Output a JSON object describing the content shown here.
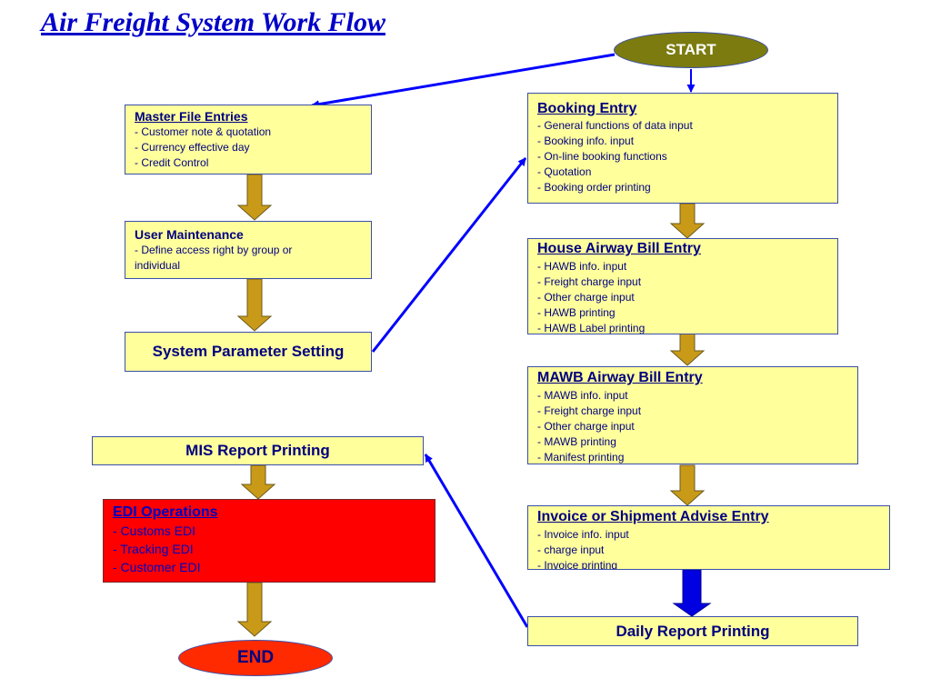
{
  "title": "Air Freight System Work Flow",
  "start": "START",
  "end": "END",
  "master": {
    "title": "Master File Entries",
    "items": [
      "- Customer note & quotation",
      "- Currency effective day",
      "- Credit Control"
    ]
  },
  "user": {
    "title": "User Maintenance",
    "items": [
      "- Define access right by group or",
      "individual"
    ]
  },
  "system_param": "System Parameter Setting",
  "booking": {
    "title": "Booking Entry",
    "items": [
      "- General functions of data input",
      "- Booking info. input",
      "- On-line booking functions",
      "- Quotation",
      "- Booking order printing"
    ]
  },
  "hawb": {
    "title": "House Airway Bill Entry",
    "items": [
      "- HAWB info. input",
      "- Freight charge input",
      "- Other charge input",
      "- HAWB printing",
      "- HAWB Label printing"
    ]
  },
  "mawb": {
    "title": "MAWB Airway Bill Entry",
    "items": [
      "- MAWB info. input",
      "- Freight charge input",
      "- Other charge input",
      "- MAWB printing",
      "- Manifest printing"
    ]
  },
  "invoice": {
    "title": "Invoice or Shipment Advise Entry",
    "items": [
      "- Invoice info. input",
      "- charge input",
      "- Invoice printing"
    ]
  },
  "daily": "Daily Report Printing",
  "mis": "MIS Report Printing",
  "edi": {
    "title": "EDI Operations",
    "items": [
      "- Customs EDI",
      "- Tracking EDI",
      "- Customer EDI"
    ]
  },
  "colors": {
    "box_fill": "#ffff9c",
    "box_border": "#3b4fa8",
    "text": "#000080",
    "connector": "#0000ff",
    "flow_arrow": "#c89a18",
    "start_fill": "#7b7b10",
    "end_fill": "#ff2a00",
    "edi_fill": "#ff0000"
  }
}
